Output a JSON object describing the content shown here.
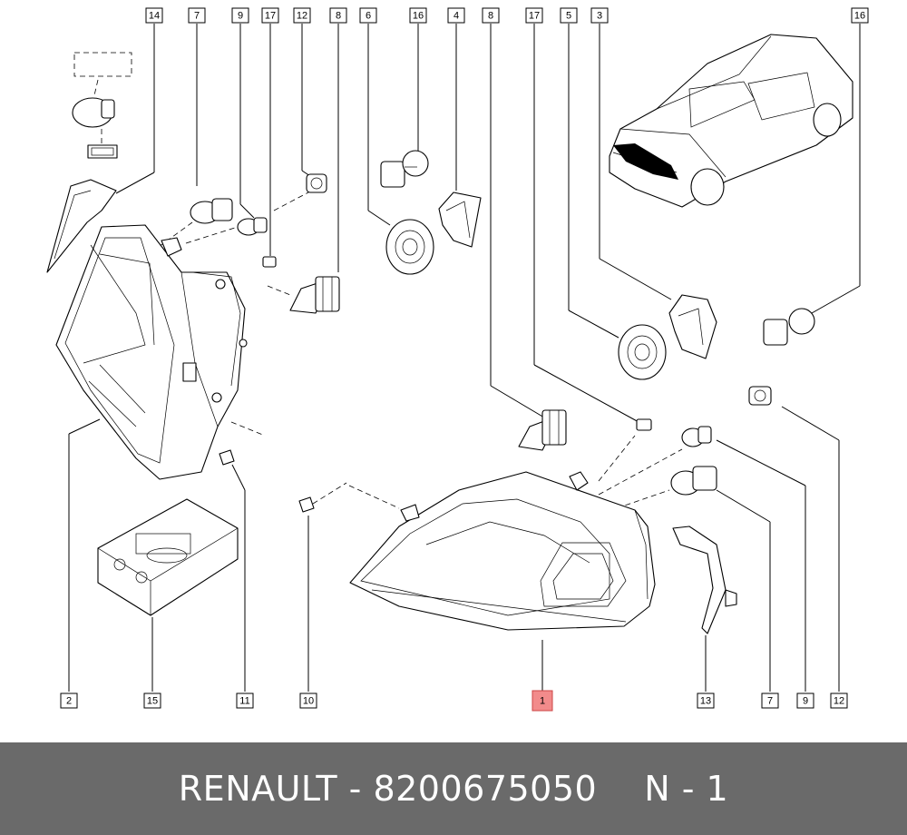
{
  "diagram": {
    "callouts_top": [
      "14",
      "7",
      "9",
      "17",
      "12",
      "8",
      "6",
      "16",
      "4",
      "8",
      "17",
      "5",
      "3",
      "16"
    ],
    "callouts_bottom": [
      "2",
      "15",
      "11",
      "10",
      "1",
      "13",
      "7",
      "9",
      "12"
    ],
    "highlighted_callout": "1"
  },
  "footer": {
    "part_label": "RENAULT - 8200675050",
    "quantity_label": "N - 1"
  },
  "colors": {
    "footer_bg": "#6a6a6a",
    "footer_text": "#ffffff",
    "highlight": "#f28b8b"
  }
}
